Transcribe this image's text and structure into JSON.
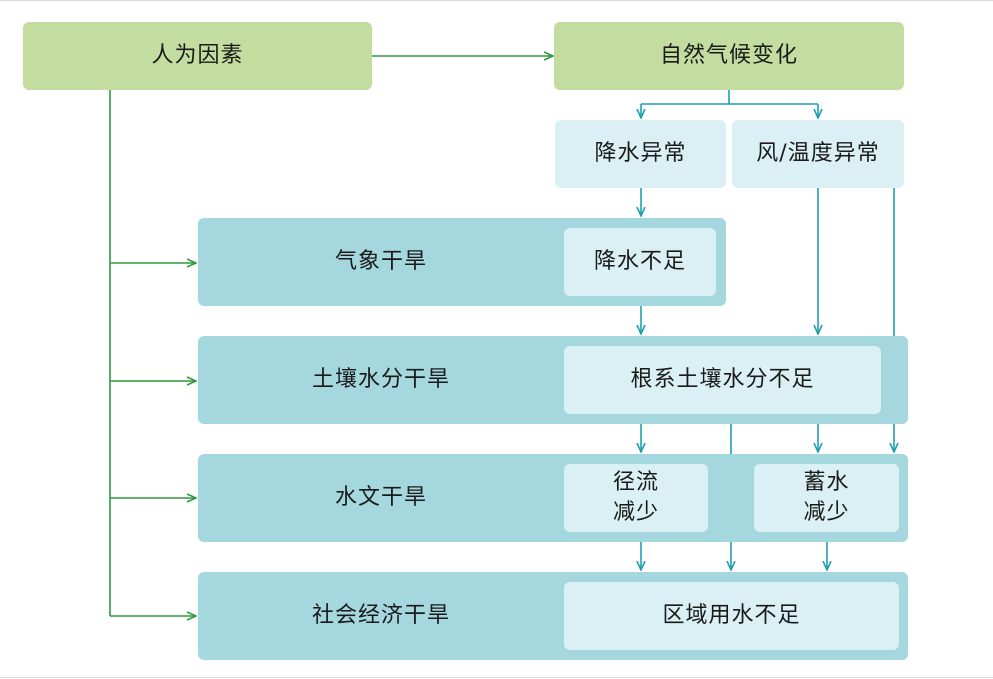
{
  "colors": {
    "source_box": "#c2dd9f",
    "drought_band": "#a4d7de",
    "effect_box": "#daf0f4",
    "human_arrow": "#2e9a3f",
    "climate_arrow": "#1fa0b0"
  },
  "nodes": {
    "human_factors": "人为因素",
    "climate_change": "自然气候变化",
    "precip_anomaly": "降水异常",
    "wind_temp_anomaly": "风/温度异常"
  },
  "droughts": {
    "meteorological": {
      "name": "气象干旱",
      "effect": "降水不足"
    },
    "soil_moisture": {
      "name": "土壤水分干旱",
      "effect": "根系土壤水分不足"
    },
    "hydrological": {
      "name": "水文干旱",
      "effect_runoff_1": "径流",
      "effect_runoff_2": "减少",
      "effect_storage_1": "蓄水",
      "effect_storage_2": "减少"
    },
    "socioeconomic": {
      "name": "社会经济干旱",
      "effect": "区域用水不足"
    }
  }
}
